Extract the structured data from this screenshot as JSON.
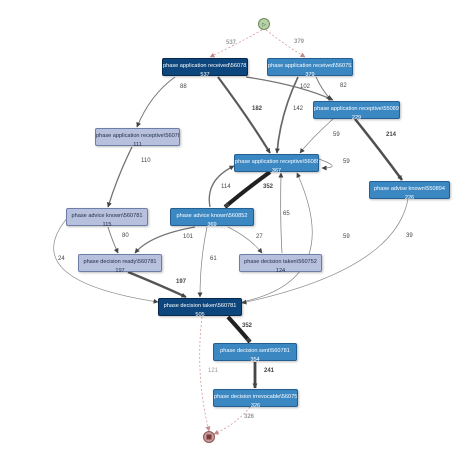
{
  "nodes": [
    {
      "id": "start",
      "label": "",
      "count": "",
      "style": "start"
    },
    {
      "id": "n1",
      "label": "phase application received\\560781",
      "count": "537",
      "style": "dark"
    },
    {
      "id": "n2",
      "label": "phase application received\\560752",
      "count": "379",
      "style": "mid"
    },
    {
      "id": "n3",
      "label": "phase application receptive\\550894",
      "count": "229",
      "style": "mid"
    },
    {
      "id": "n4",
      "label": "phase application receptive\\560781",
      "count": "111",
      "style": "light"
    },
    {
      "id": "n5",
      "label": "phase application receptive\\560852",
      "count": "367",
      "style": "mid"
    },
    {
      "id": "n6",
      "label": "phase advise known\\550894",
      "count": "226",
      "style": "mid"
    },
    {
      "id": "n7",
      "label": "phase advice known\\560781",
      "count": "115",
      "style": "light"
    },
    {
      "id": "n8",
      "label": "phase advice known\\560852",
      "count": "369",
      "style": "mid"
    },
    {
      "id": "n9",
      "label": "phase decision ready\\560781",
      "count": "197",
      "style": "light"
    },
    {
      "id": "n10",
      "label": "phase decision taken\\560752",
      "count": "124",
      "style": "light"
    },
    {
      "id": "n11",
      "label": "phase decision taken\\560781",
      "count": "505",
      "style": "dark"
    },
    {
      "id": "n12",
      "label": "phase decision sent\\560781",
      "count": "354",
      "style": "mid"
    },
    {
      "id": "n13",
      "label": "phase decision irrevocable\\560752",
      "count": "326",
      "style": "mid"
    },
    {
      "id": "end",
      "label": "",
      "count": "",
      "style": "end"
    }
  ],
  "edges": [
    {
      "from": "start",
      "to": "n1",
      "label": "537",
      "dashed": true
    },
    {
      "from": "start",
      "to": "n2",
      "label": "379",
      "dashed": true
    },
    {
      "from": "n1",
      "to": "n4",
      "label": "88",
      "dashed": false
    },
    {
      "from": "n1",
      "to": "n5",
      "label": "182",
      "dashed": false
    },
    {
      "from": "n1",
      "to": "n3",
      "label": "102",
      "dashed": false
    },
    {
      "from": "n2",
      "to": "n3",
      "label": "82",
      "dashed": false
    },
    {
      "from": "n2",
      "to": "n5",
      "label": "142",
      "dashed": false
    },
    {
      "from": "n3",
      "to": "n6",
      "label": "214",
      "dashed": false
    },
    {
      "from": "n3",
      "to": "n5",
      "label": "59",
      "dashed": false
    },
    {
      "from": "n5",
      "to": "n5",
      "label": "59",
      "dashed": false
    },
    {
      "from": "n4",
      "to": "n7",
      "label": "110",
      "dashed": false
    },
    {
      "from": "n5",
      "to": "n8",
      "label": "352",
      "dashed": false
    },
    {
      "from": "n8",
      "to": "n5",
      "label": "114",
      "dashed": false
    },
    {
      "from": "n10",
      "to": "n5",
      "label": "65",
      "dashed": false
    },
    {
      "from": "n11",
      "to": "n5",
      "label": "59",
      "dashed": false
    },
    {
      "from": "n7",
      "to": "n9",
      "label": "80",
      "dashed": false
    },
    {
      "from": "n7",
      "to": "n11",
      "label": "24",
      "dashed": false
    },
    {
      "from": "n8",
      "to": "n9",
      "label": "101",
      "dashed": false
    },
    {
      "from": "n8",
      "to": "n10",
      "label": "27",
      "dashed": false
    },
    {
      "from": "n8",
      "to": "n11",
      "label": "61",
      "dashed": false
    },
    {
      "from": "n9",
      "to": "n11",
      "label": "197",
      "dashed": false
    },
    {
      "from": "n6",
      "to": "n11",
      "label": "39",
      "dashed": false
    },
    {
      "from": "n11",
      "to": "n12",
      "label": "352",
      "dashed": false
    },
    {
      "from": "n12",
      "to": "n13",
      "label": "241",
      "dashed": false
    },
    {
      "from": "n11",
      "to": "end",
      "label": "121",
      "dashed": true
    },
    {
      "from": "n13",
      "to": "end",
      "label": "326",
      "dashed": true
    }
  ],
  "colors": {
    "light_node": "#b7c1dd",
    "mid_node": "#3b87c2",
    "dark_node": "#0c467c",
    "edge": "#555555",
    "dashed_edge": "#d49a9a",
    "start_node": "#b8d0a8",
    "end_node": "#c99a9a"
  }
}
